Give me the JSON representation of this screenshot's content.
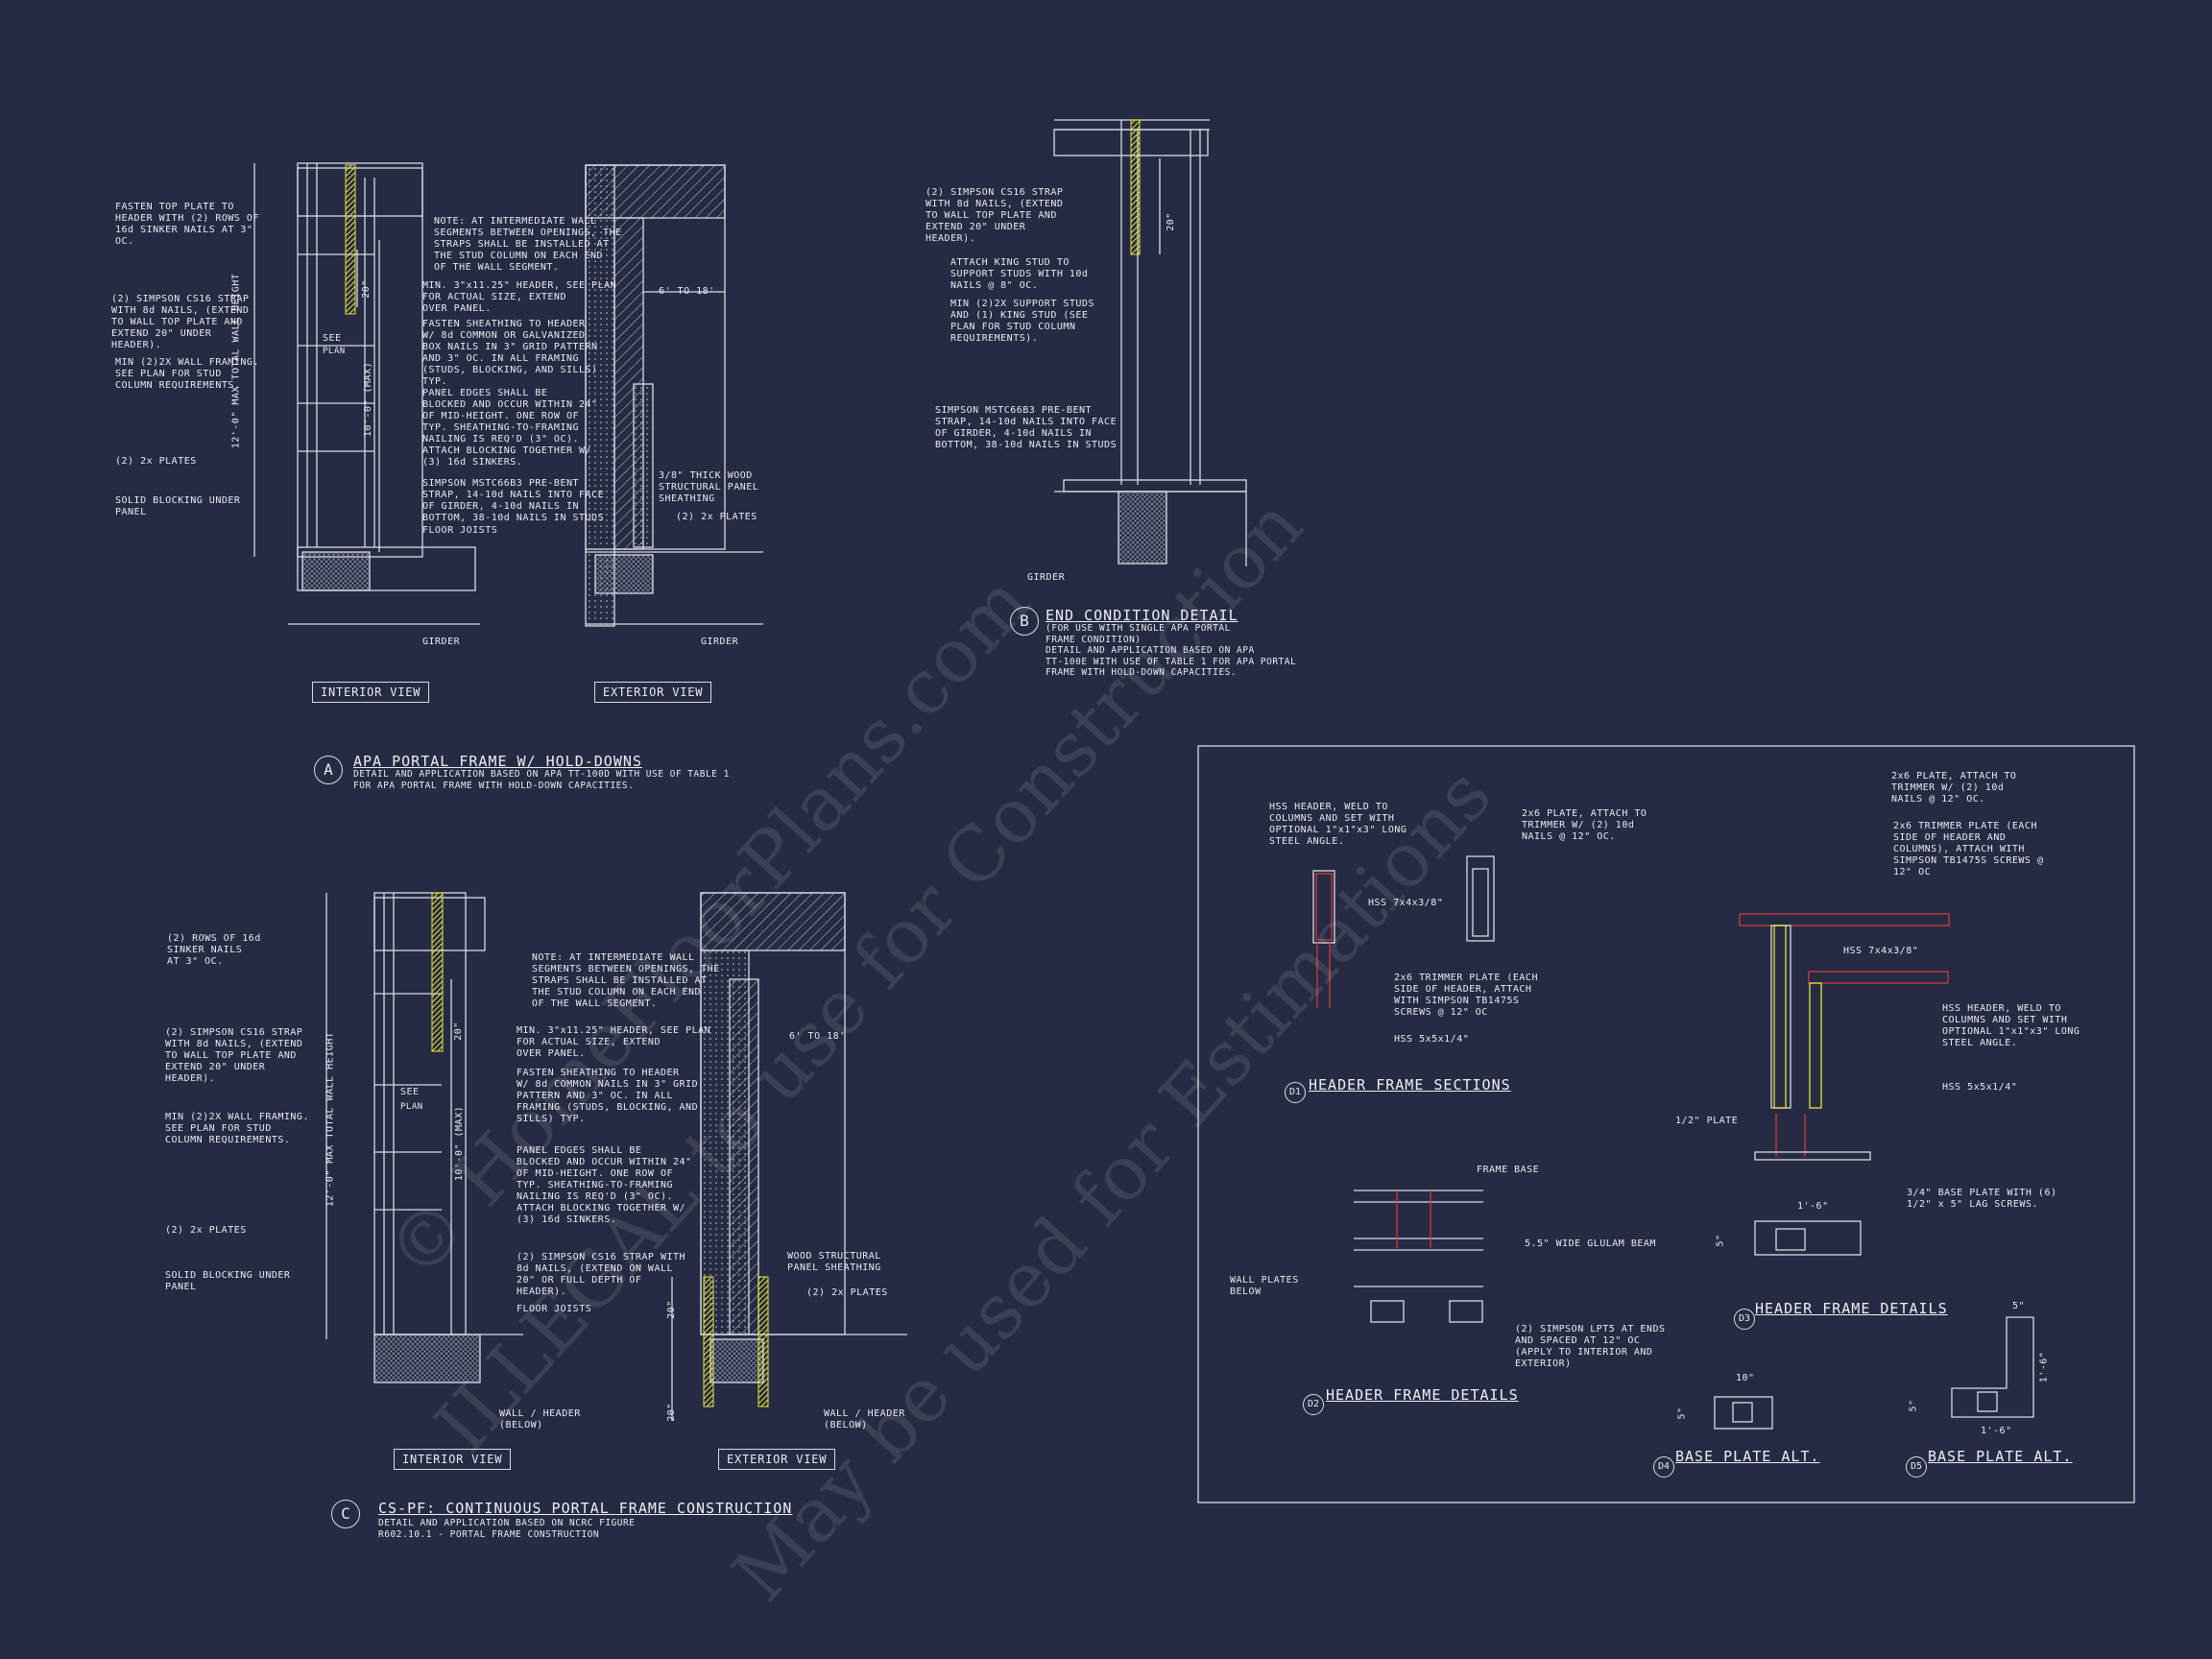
{
  "sheet": {
    "background": "#252b42",
    "line_color": "#d8dbe6",
    "strap_color": "#e8e43a",
    "accent_red": "#d33a3a"
  },
  "watermark": {
    "line1": "© HomeFloorPlans.com",
    "line2": "ILLEGAL to use for Construction",
    "line3": "May be used for Estimations"
  },
  "detail_a": {
    "title": "APA PORTAL FRAME W/ HOLD-DOWNS",
    "subtitle": "DETAIL AND APPLICATION BASED ON APA TT-100D WITH USE OF TABLE 1\nFOR APA PORTAL FRAME WITH HOLD-DOWN CAPACITIES.",
    "bubble": "A",
    "interior_view": "INTERIOR VIEW",
    "exterior_view": "EXTERIOR VIEW",
    "notes": {
      "fasten_top": "FASTEN TOP PLATE TO\nHEADER WITH (2) ROWS OF\n16d SINKER NAILS AT 3\"\nOC.",
      "simpson_strap": "(2) SIMPSON CS16 STRAP\nWITH 8d NAILS, (EXTEND\nTO WALL TOP PLATE AND\nEXTEND 20\" UNDER\nHEADER).",
      "min_framing": "MIN (2)2X WALL FRAMING.\nSEE PLAN FOR STUD\nCOLUMN REQUIREMENTS.",
      "plates": "(2) 2x PLATES",
      "solid_blocking": "SOLID BLOCKING UNDER\nPANEL",
      "note_intermediate": "NOTE: AT INTERMEDIATE WALL\nSEGMENTS BETWEEN OPENINGS, THE\nSTRAPS SHALL BE INSTALLED AT\nTHE STUD COLUMN ON EACH END\nOF THE WALL SEGMENT.",
      "min_header": "MIN. 3\"x11.25\" HEADER, SEE PLAN\nFOR ACTUAL SIZE, EXTEND\nOVER PANEL.",
      "fasten_sheathing": "FASTEN SHEATHING TO HEADER\nW/ 8d COMMON OR GALVANIZED\nBOX NAILS IN 3\" GRID PATTERN\nAND 3\" OC. IN ALL FRAMING\n(STUDS, BLOCKING, AND SILLS)\nTYP.",
      "panel_edges": "PANEL EDGES SHALL BE\nBLOCKED AND OCCUR WITHIN 24\"\nOF MID-HEIGHT. ONE ROW OF\nTYP. SHEATHING-TO-FRAMING\nNAILING IS REQ'D (3\" OC).\nATTACH BLOCKING TOGETHER W/\n(3) 16d SINKERS.",
      "simpson_mstc": "SIMPSON MSTC66B3 PRE-BENT\nSTRAP, 14-10d NAILS INTO FACE\nOF GIRDER, 4-10d NAILS IN\nBOTTOM, 38-10d NAILS IN STUDS",
      "floor_joists": "FLOOR JOISTS",
      "girder": "GIRDER",
      "girder2": "GIRDER",
      "see_plan": "SEE",
      "plan": "PLAN",
      "dim_20": "20\"",
      "dim_10": "10'-0\" (MAX)",
      "dim_12": "12'-0\" MAX TOTAL WALL HEIGHT",
      "sheathing": "3/8\" THICK WOOD\nSTRUCTURAL PANEL\nSHEATHING",
      "plates_ext": "(2) 2x PLATES",
      "span": "6' TO 18'"
    }
  },
  "detail_b": {
    "title": "END CONDITION DETAIL",
    "subtitle": "(FOR USE WITH SINGLE APA PORTAL\nFRAME CONDITION)\nDETAIL AND APPLICATION BASED ON APA\nTT-100E WITH USE OF TABLE 1 FOR APA PORTAL\nFRAME WITH HOLD-DOWN CAPACITIES.",
    "bubble": "B",
    "notes": {
      "strap": "(2) SIMPSON CS16 STRAP\nWITH 8d NAILS, (EXTEND\nTO WALL TOP PLATE AND\nEXTEND 20\" UNDER\nHEADER).",
      "king_stud": "ATTACH KING STUD TO\nSUPPORT STUDS WITH 10d\nNAILS @ 8\" OC.",
      "support_studs": "MIN (2)2X SUPPORT STUDS\nAND (1) KING STUD (SEE\nPLAN FOR STUD COLUMN\nREQUIREMENTS).",
      "mstc": "SIMPSON MSTC66B3 PRE-BENT\nSTRAP, 14-10d NAILS INTO FACE\nOF GIRDER, 4-10d NAILS IN\nBOTTOM, 38-10d NAILS IN STUDS",
      "girder": "GIRDER",
      "dim_20": "20\""
    }
  },
  "detail_c": {
    "title": "CS-PF: CONTINUOUS PORTAL FRAME CONSTRUCTION",
    "subtitle": "DETAIL AND APPLICATION BASED ON NCRC FIGURE\nR602.10.1 - PORTAL FRAME CONSTRUCTION",
    "bubble": "C",
    "interior_view": "INTERIOR VIEW",
    "exterior_view": "EXTERIOR VIEW",
    "notes": {
      "rows_sinker": "(2) ROWS OF 16d\nSINKER NAILS\nAT 3\" OC.",
      "simpson_strap": "(2) SIMPSON CS16 STRAP\nWITH 8d NAILS, (EXTEND\nTO WALL TOP PLATE AND\nEXTEND 20\" UNDER\nHEADER).",
      "min_framing": "MIN (2)2X WALL FRAMING.\nSEE PLAN FOR STUD\nCOLUMN REQUIREMENTS.",
      "plates": "(2) 2x PLATES",
      "solid_blocking": "SOLID BLOCKING UNDER\nPANEL",
      "note_intermediate": "NOTE: AT INTERMEDIATE WALL\nSEGMENTS BETWEEN OPENINGS, THE\nSTRAPS SHALL BE INSTALLED AT\nTHE STUD COLUMN ON EACH END\nOF THE WALL SEGMENT.",
      "min_header": "MIN. 3\"x11.25\" HEADER, SEE PLAN\nFOR ACTUAL SIZE, EXTEND\nOVER PANEL.",
      "fasten_sheathing": "FASTEN SHEATHING TO HEADER\nW/ 8d COMMON NAILS IN 3\" GRID\nPATTERN AND 3\" OC. IN ALL\nFRAMING (STUDS, BLOCKING, AND\nSILLS) TYP.",
      "panel_edges": "PANEL EDGES SHALL BE\nBLOCKED AND OCCUR WITHIN 24\"\nOF MID-HEIGHT. ONE ROW OF\nTYP. SHEATHING-TO-FRAMING\nNAILING IS REQ'D (3\" OC).\nATTACH BLOCKING TOGETHER W/\n(3) 16d SINKERS.",
      "simpson_cs16": "(2) SIMPSON CS16 STRAP WITH\n8d NAILS, (EXTEND ON WALL\n20\" OR FULL DEPTH OF\nHEADER).",
      "floor_joists": "FLOOR JOISTS",
      "wall_header": "WALL / HEADER\n(BELOW)",
      "wall_header2": "WALL / HEADER\n(BELOW)",
      "wood_panel": "WOOD STRUCTURAL\nPANEL SHEATHING",
      "plates_ext": "(2) 2x PLATES",
      "span": "6' TO 18'",
      "see_plan": "SEE",
      "plan": "PLAN",
      "dim_10": "10'-0\" (MAX)",
      "dim_12": "12'-0\" MAX TOTAL WALL HEIGHT",
      "dim_20a": "20\"",
      "dim_20b": "20\"",
      "dim_20c": "20\""
    }
  },
  "detail_d1": {
    "title": "HEADER FRAME SECTIONS",
    "bubble": "D1",
    "notes": {
      "hss_header": "HSS HEADER, WELD TO\nCOLUMNS AND SET WITH\nOPTIONAL 1\"x1\"x3\" LONG\nSTEEL ANGLE.",
      "hss_7x4": "HSS 7x4x3/8\"",
      "hss_5x5": "HSS 5x5x1/4\"",
      "plate_2x6": "2x6 PLATE, ATTACH TO\nTRIMMER W/ (2) 10d\nNAILS @ 12\" OC.",
      "trimmer": "2x6 TRIMMER PLATE (EACH\nSIDE OF HEADER, ATTACH\nWITH SIMPSON TB1475S\nSCREWS @ 12\" OC"
    }
  },
  "detail_d2": {
    "title": "HEADER FRAME DETAILS",
    "bubble": "D2",
    "notes": {
      "frame_base": "FRAME BASE",
      "glulam": "5.5\" WIDE GLULAM BEAM",
      "wall_plates": "WALL PLATES\nBELOW",
      "lpt": "(2) SIMPSON LPT5 AT ENDS\nAND SPACED AT 12\" OC\n(APPLY TO INTERIOR AND\nEXTERIOR)"
    }
  },
  "detail_d3": {
    "title": "HEADER FRAME DETAILS",
    "bubble": "D3",
    "notes": {
      "plate_2x6": "2x6 PLATE, ATTACH TO\nTRIMMER W/ (2) 10d\nNAILS @ 12\" OC.",
      "trimmer": "2x6 TRIMMER PLATE (EACH\nSIDE OF HEADER AND\nCOLUMNS), ATTACH WITH\nSIMPSON TB1475S SCREWS @\n12\" OC",
      "hss_7x4": "HSS 7x4x3/8\"",
      "hss_header": "HSS HEADER, WELD TO\nCOLUMNS AND SET WITH\nOPTIONAL 1\"x1\"x3\" LONG\nSTEEL ANGLE.",
      "hss_5x5": "HSS 5x5x1/4\"",
      "half_plate": "1/2\" PLATE",
      "base_plate": "3/4\" BASE PLATE WITH (6)\n1/2\" x 5\" LAG SCREWS.",
      "dim_1_6": "1'-6\"",
      "dim_5": "5\""
    }
  },
  "detail_d4": {
    "title": "BASE PLATE ALT.",
    "bubble": "D4",
    "dim_10": "10\"",
    "dim_5": "5\""
  },
  "detail_d5": {
    "title": "BASE PLATE ALT.",
    "bubble": "D5",
    "dim_5": "5\"",
    "dim_1_6": "1'-6\"",
    "dim_1_6b": "1'-6\"",
    "dim_5b": "5\""
  }
}
